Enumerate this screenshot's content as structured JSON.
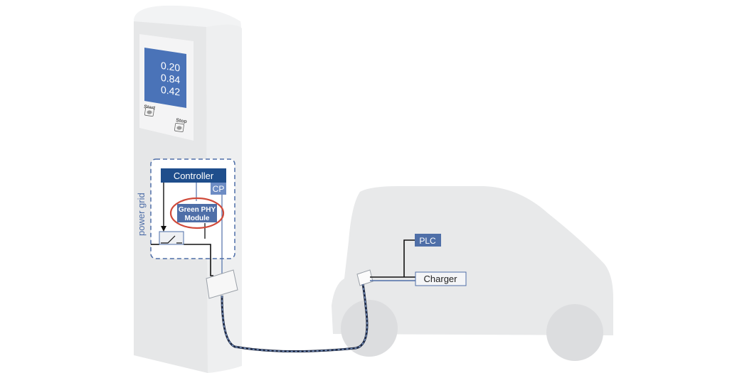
{
  "display": {
    "readings": [
      "0.20",
      "0.84",
      "0.42"
    ]
  },
  "buttons": {
    "start_label": "Start",
    "stop_label": "Stop"
  },
  "labels": {
    "power_grid": "power grid",
    "controller": "Controller",
    "cp": "CP",
    "green_phy_line1": "Green PHY",
    "green_phy_line2": "Module",
    "plc": "PLC",
    "charger": "Charger"
  },
  "colors": {
    "accent_blue": "#1f4e8c",
    "panel_blue": "#4f6fa8",
    "screen_blue": "#4a73b8",
    "highlight_red": "#d04a3a",
    "station_gray": "#e9eaeb",
    "car_gray": "#e8e9ea",
    "wheel_gray": "#dcdddf"
  }
}
